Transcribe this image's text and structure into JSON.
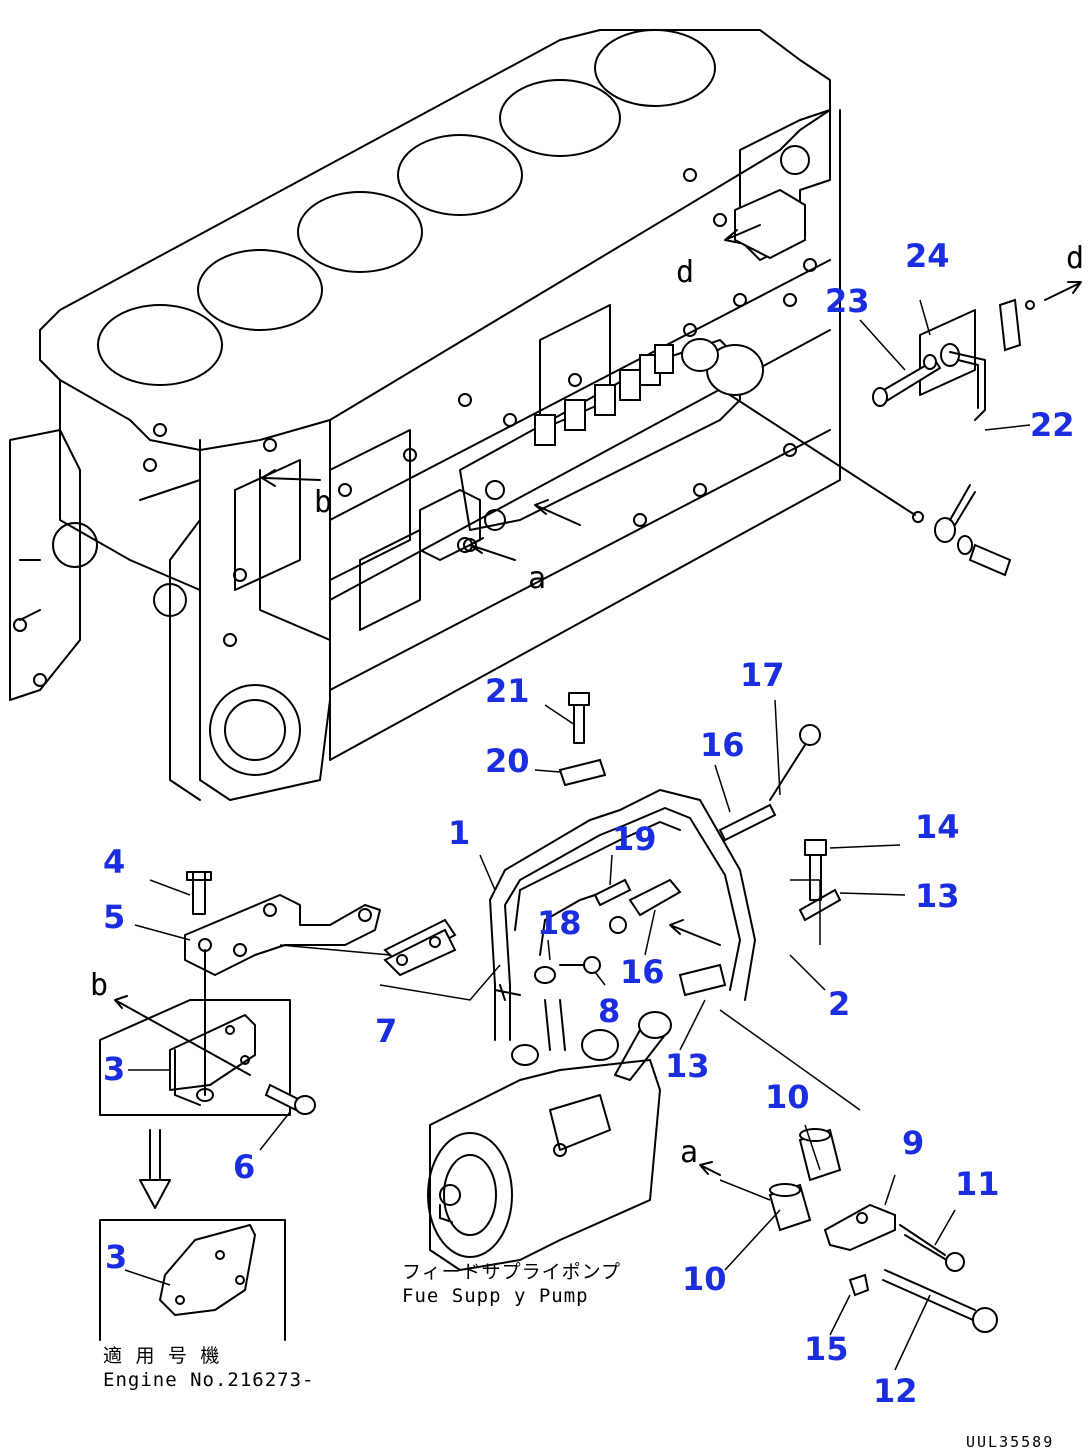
{
  "callouts": {
    "c1": "1",
    "c2": "2",
    "c3a": "3",
    "c3b": "3",
    "c4": "4",
    "c5": "5",
    "c6": "6",
    "c7": "7",
    "c8": "8",
    "c9": "9",
    "c10a": "10",
    "c10b": "10",
    "c11": "11",
    "c12": "12",
    "c13a": "13",
    "c13b": "13",
    "c14": "14",
    "c15": "15",
    "c16a": "16",
    "c16b": "16",
    "c17": "17",
    "c18": "18",
    "c19": "19",
    "c20": "20",
    "c21": "21",
    "c22": "22",
    "c23": "23",
    "c24": "24"
  },
  "letters": {
    "a1": "a",
    "a2": "a",
    "b1": "b",
    "b2": "b",
    "d1": "d",
    "d2": "d"
  },
  "labels": {
    "pump_jp": "フィードサプライポンプ",
    "pump_en": "Fue  Supp y Pump",
    "applicable_jp": "適 用 号 機",
    "engine_no": "Engine No.216273-",
    "drawing_code": "UUL35589"
  },
  "colors": {
    "callout": "#1a2ee0",
    "line": "#000000"
  }
}
